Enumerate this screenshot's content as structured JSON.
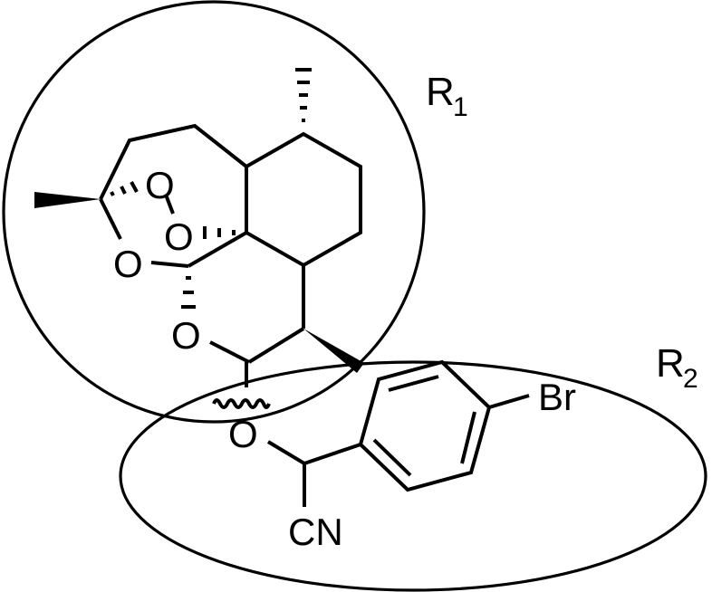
{
  "figure": {
    "type": "chemical-structure",
    "description": "Artemisinin-derived acetal with a (4-bromophenyl)(cyano)methoxy group; regions R1 and R2 highlighted",
    "colors": {
      "stroke": "#000000",
      "background": "#ffffff"
    }
  },
  "regions": [
    {
      "id": "R1",
      "label": "R",
      "subscript": "1",
      "shape": "circle",
      "encloses": "artemisinin (trioxane/peroxide bridged sesquiterpene lactol) core"
    },
    {
      "id": "R2",
      "label": "R",
      "subscript": "2",
      "shape": "ellipse",
      "encloses": "(4-bromophenyl)(cyano)methoxy substituent"
    }
  ],
  "atoms": {
    "o_peroxide_top": "O",
    "o_peroxide_bottom": "O",
    "o_ring_left": "O",
    "o_ring_lower": "O",
    "o_ether": "O",
    "bromine": "Br",
    "nitrile": "CN"
  },
  "annotations": {
    "wavy_bond": "attachment point between R1 and R2"
  }
}
